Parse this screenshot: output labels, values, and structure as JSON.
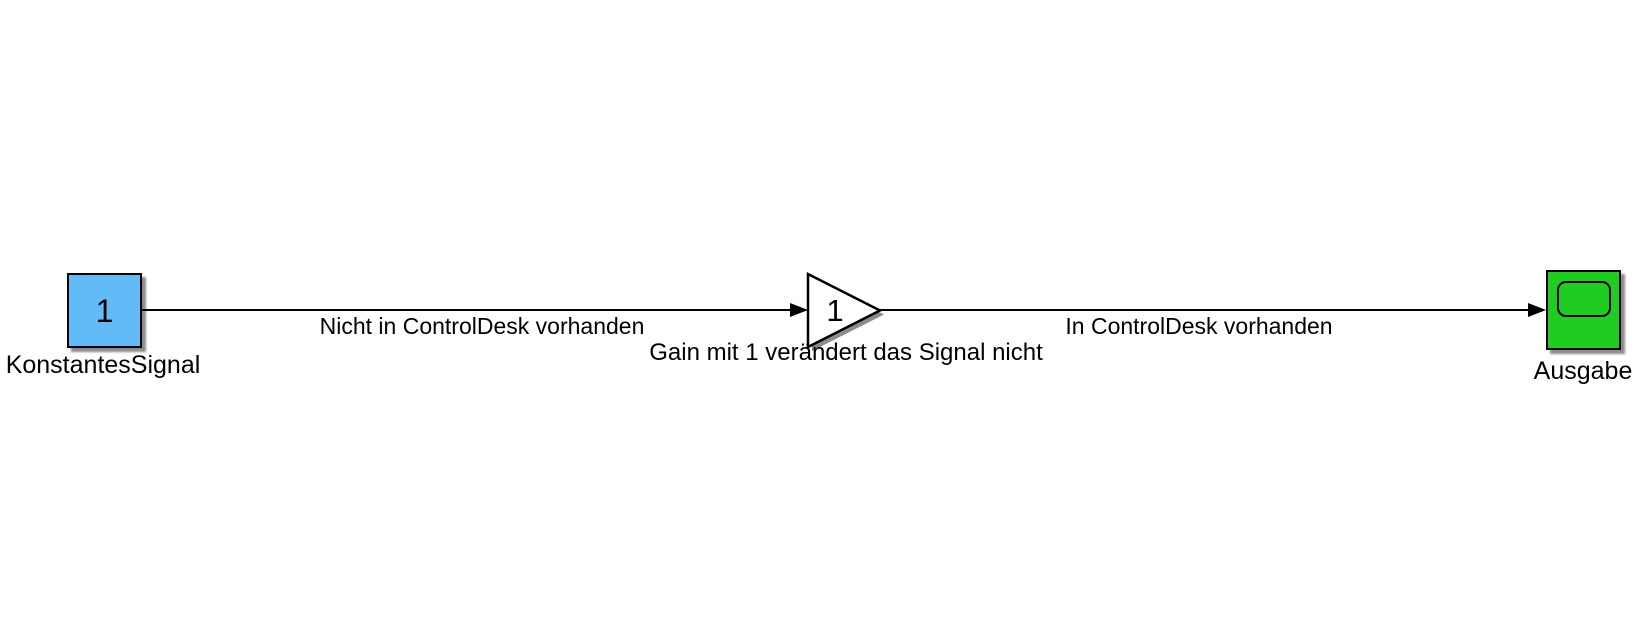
{
  "canvas": {
    "background": "#ffffff"
  },
  "blocks": {
    "constant": {
      "type": "Constant",
      "value": "1",
      "label": "KonstantesSignal",
      "fill": "#62BBF7",
      "border": "#000000"
    },
    "gain": {
      "type": "Gain",
      "value": "1",
      "label": "Gain mit 1 verändert das Signal nicht",
      "fill": "#ffffff",
      "border": "#000000"
    },
    "scope": {
      "type": "Scope",
      "label": "Ausgabe",
      "fill": "#20CC20",
      "border": "#000000"
    }
  },
  "signals": {
    "constant_to_gain": {
      "label": "Nicht in ControlDesk vorhanden"
    },
    "gain_to_scope": {
      "label": "In ControlDesk vorhanden"
    }
  }
}
